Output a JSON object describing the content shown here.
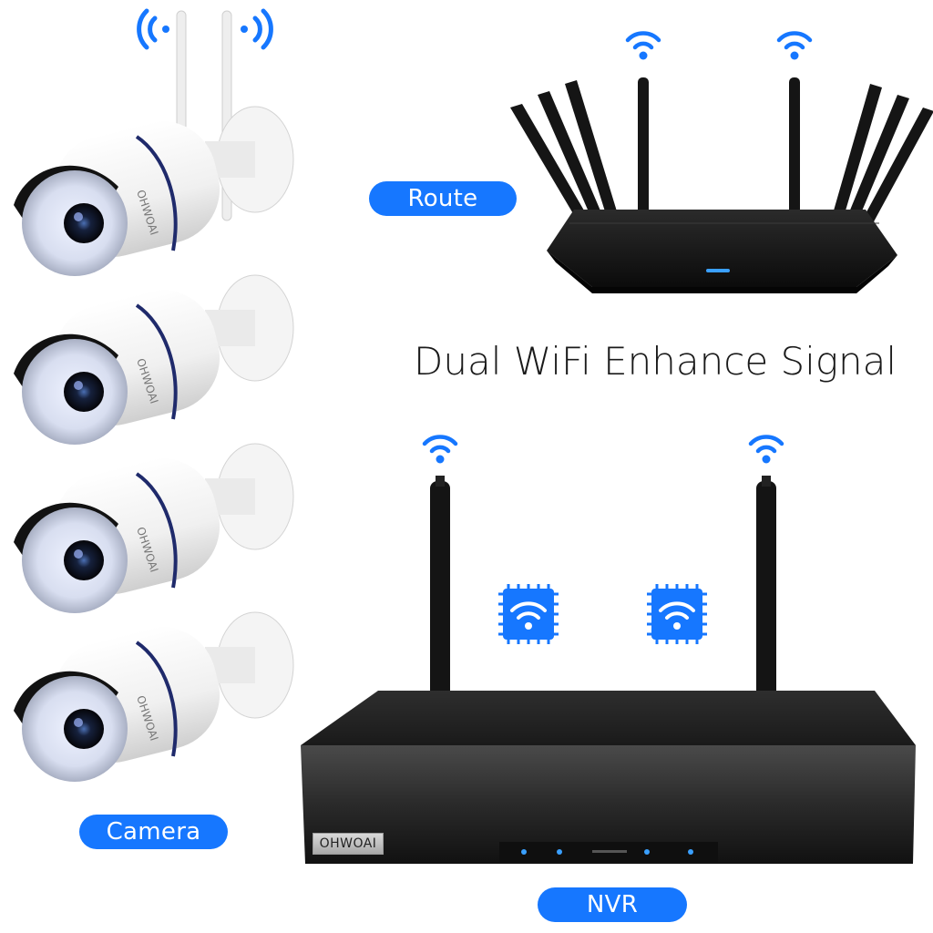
{
  "labels": {
    "route": "Route",
    "camera": "Camera",
    "nvr": "NVR",
    "headline": "Dual WiFi Enhance Signal"
  },
  "brand": {
    "nvr_badge": "OHWOAI",
    "camera_badge": "OHWOAI"
  },
  "icons": {
    "wifi": "wifi-signal-icon",
    "chip": "wifi-chip-icon"
  },
  "colors": {
    "accent": "#1677ff",
    "pill_text": "#ffffff",
    "device_dark": "#1c1c1c",
    "camera_body": "#f2f2f2"
  }
}
